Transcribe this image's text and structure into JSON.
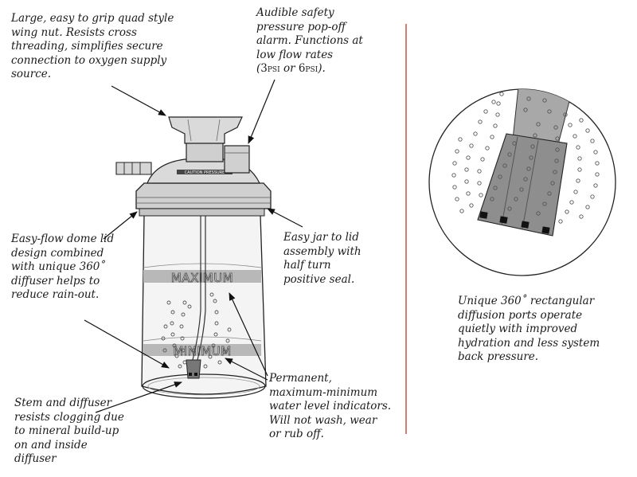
{
  "callouts": {
    "wing_nut": "Large, easy to grip quad style\nwing nut.  Resists cross\nthreading, simplifies secure\nconnection to oxygen supply\nsource.",
    "alarm_main": "Audible safety\npressure  pop-off\nalarm. Functions at\nlow flow rates",
    "alarm_psi_open": "(",
    "alarm_psi_a": "3psi",
    "alarm_psi_or": " or ",
    "alarm_psi_b": "6psi",
    "alarm_psi_close": ").",
    "dome_lid": "Easy-flow dome lid\ndesign combined\nwith unique 360˚\ndiffuser helps to\nreduce rain-out.",
    "jar_lid": "Easy jar to lid\nassembly with\nhalf turn\npositive seal.",
    "stem": "Stem and diffuser\nresists clogging due\nto mineral build-up\non and inside\ndiffuser",
    "indicators": "Permanent,\nmaximum-minimum\nwater level indicators.\nWill not wash, wear\nor rub off.",
    "ports": "Unique 360˚ rectangular\ndiffusion ports operate\nquietly with improved\nhydration and less system\nback pressure."
  },
  "jar_labels": {
    "lid_text": "CAUTION PRESSURE",
    "maximum": "MAXIMUM",
    "minimum": "MINIMUM"
  },
  "colors": {
    "divider": "#c0392b",
    "jar_fill": "#f4f4f4",
    "level_band": "#b8b8b8"
  }
}
